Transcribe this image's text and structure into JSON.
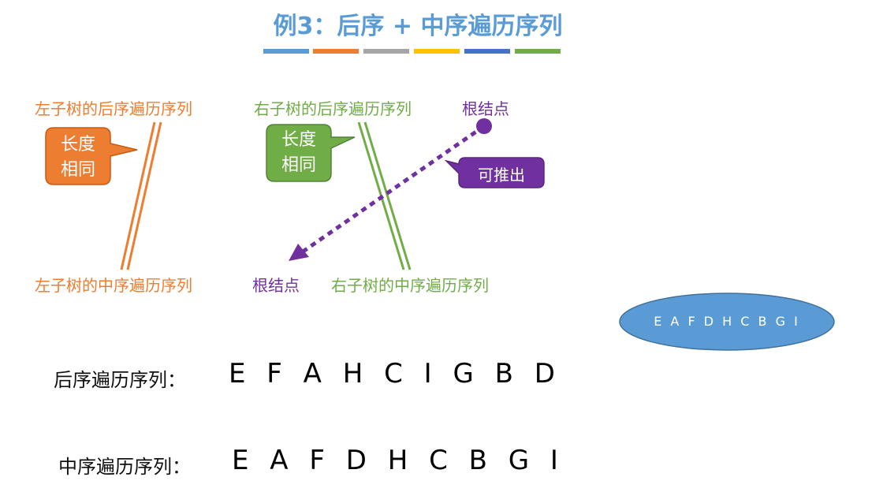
{
  "title": "例3：后序 + 中序遍历序列",
  "colors": {
    "orange": "#ed7d31",
    "green": "#70ad47",
    "purple": "#7030a0",
    "blue": "#5a9bd5"
  },
  "top_labels": {
    "left_post": "左子树的后序遍历序列",
    "right_post": "右子树的后序遍历序列",
    "root_post": "根结点"
  },
  "bottom_labels": {
    "left_in": "左子树的中序遍历序列",
    "root_in": "根结点",
    "right_in": "右子树的中序遍历序列"
  },
  "callouts": {
    "left": [
      "长度",
      "相同"
    ],
    "right": [
      "长度",
      "相同"
    ],
    "derive": "可推出"
  },
  "ellipse_text": "E A F D H C B G I",
  "postorder": {
    "label": "后序遍历序列：",
    "value": "E F A H C I G B D"
  },
  "inorder": {
    "label": "中序遍历序列：",
    "value": "E A F D H C B G I"
  }
}
